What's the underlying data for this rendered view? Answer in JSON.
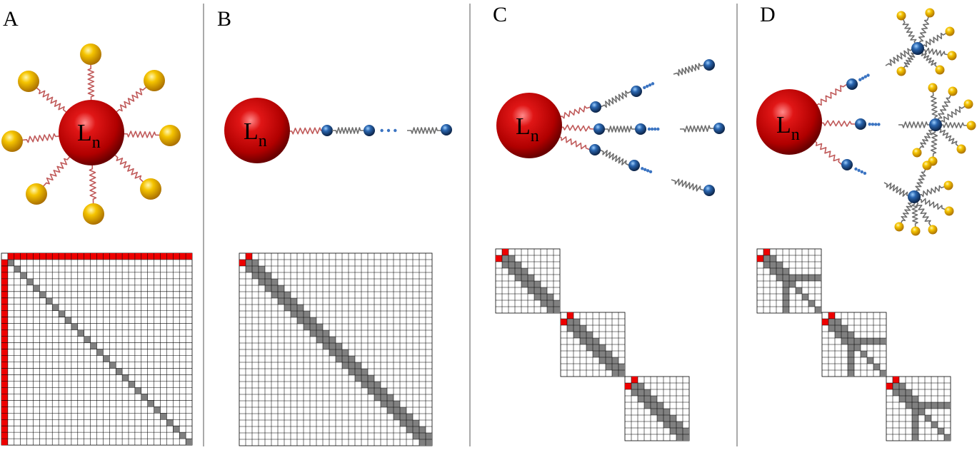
{
  "panels": [
    {
      "id": "A",
      "letter": "A",
      "ion_label": "L",
      "ion_sub": "n"
    },
    {
      "id": "B",
      "letter": "B",
      "ion_label": "L",
      "ion_sub": "n"
    },
    {
      "id": "C",
      "letter": "C",
      "ion_label": "L",
      "ion_sub": "n"
    },
    {
      "id": "D",
      "letter": "D",
      "ion_label": "L",
      "ion_sub": "n"
    }
  ],
  "colors": {
    "lanthanide": "#d40000",
    "ligand_gold": "#f2b600",
    "bead_blue": "#1f4e8c",
    "spring_red": "#c05a5a",
    "spring_gray": "#6e6e6e",
    "matrix_red": "#ee0000",
    "matrix_gray": "#808080",
    "divider": "#555555"
  }
}
